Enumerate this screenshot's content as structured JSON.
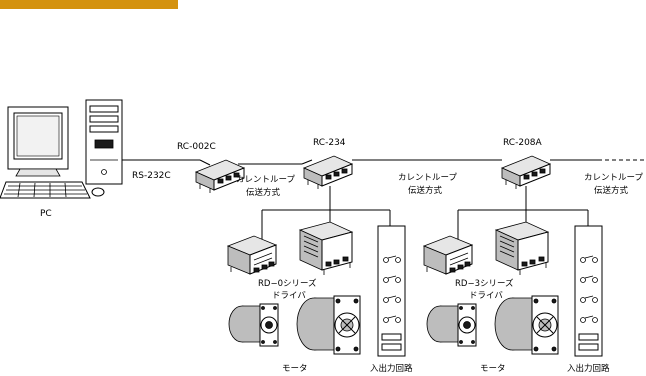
{
  "colors": {
    "top_bar": "#d4920f",
    "ink": "#000000",
    "background": "#ffffff"
  },
  "labels": {
    "pc": "PC",
    "rs232c": "RS-232C",
    "rc002c": "RC-002C",
    "rc234": "RC-234",
    "rc208a": "RC-208A",
    "current_loop_1_line1": "カレントループ",
    "current_loop_1_line2": "伝送方式",
    "current_loop_2_line1": "カレントループ",
    "current_loop_2_line2": "伝送方式",
    "current_loop_3_line1": "カレントループ",
    "current_loop_3_line2": "伝送方式",
    "rd0_line1": "RD−0シリーズ",
    "rd0_line2": "ドライバ",
    "rd3_line1": "RD−3シリーズ",
    "rd3_line2": "ドライバ",
    "motor_1": "モータ",
    "io_1": "入出力回路",
    "motor_2": "モータ",
    "io_2": "入出力回路"
  }
}
